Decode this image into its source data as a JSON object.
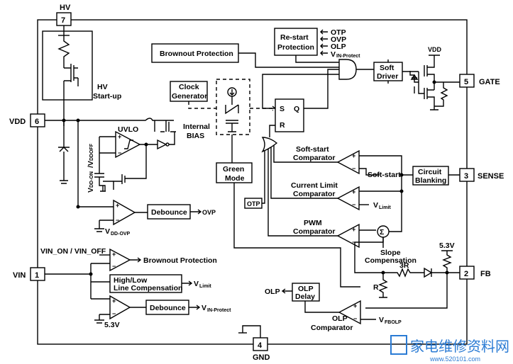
{
  "pins": {
    "hv": {
      "number": "7",
      "name": "HV"
    },
    "vdd": {
      "number": "6",
      "name": "VDD"
    },
    "vin": {
      "number": "1",
      "name": "VIN"
    },
    "gnd": {
      "number": "4",
      "name": "GND"
    },
    "gate": {
      "number": "5",
      "name": "GATE"
    },
    "sense": {
      "number": "3",
      "name": "SENSE"
    },
    "fb": {
      "number": "2",
      "name": "FB"
    }
  },
  "blocks": {
    "brownout_top": "Brownout Protection",
    "restart_1": "Re-start",
    "restart_2": "Protection",
    "clock_1": "Clock",
    "clock_2": "Generator",
    "soft_driver_1": "Soft",
    "soft_driver_2": "Driver",
    "green_1": "Green",
    "green_2": "Mode",
    "blanking_1": "Circuit",
    "blanking_2": "Blanking",
    "debounce_ovp": "Debounce",
    "debounce_vin": "Debounce",
    "hl_comp_1": "High/Low",
    "hl_comp_2": "Line Compensation",
    "olp_delay_1": "OLP",
    "olp_delay_2": "Delay",
    "otp": "OTP"
  },
  "labels": {
    "otp": "OTP",
    "ovp": "OVP",
    "olp": "OLP",
    "vin_protect_main": "V",
    "vin_protect_sub": "IN-Protect",
    "hv_startup_1": "HV",
    "hv_startup_2": "Start-up",
    "uvlo": "UVLO",
    "internal_bias_1": "Internal",
    "internal_bias_2": "BIAS",
    "vdd_pin_top": "VDD",
    "vdd_on_off_1": "V",
    "vdd_on_off_2": "DD-ON",
    "vdd_on_off_3": "/V",
    "vdd_on_off_4": "DDOFF",
    "ovp_out": "OVP",
    "vdd_ovp_1": "V",
    "vdd_ovp_2": "DD-OVP",
    "vin_on_off": "VIN_ON / VIN_OFF",
    "brownout_out": "Brownout Protection",
    "vlimit_1": "V",
    "vlimit_2": "Limit",
    "vin_protect_out_1": "V",
    "vin_protect_out_2": "IN-Protect",
    "ref_53_low": "5.3V",
    "ref_53_fb": "5.3V",
    "soft_start_comp_1": "Soft-start",
    "soft_start_comp_2": "Comparator",
    "soft_start_src": "Soft-start",
    "cl_comp_1": "Current Limit",
    "cl_comp_2": "Comparator",
    "cl_vlimit_1": "V",
    "cl_vlimit_2": "Limit",
    "pwm_comp_1": "PWM",
    "pwm_comp_2": "Comparator",
    "slope_1": "Slope",
    "slope_2": "Compensation",
    "r3": "3R",
    "r1": "R",
    "olp_out": "OLP",
    "olp_comp_1": "OLP",
    "olp_comp_2": "Comparator",
    "vfbolp_1": "V",
    "vfbolp_2": "FBOLP",
    "s": "S",
    "q": "Q",
    "r": "R"
  },
  "watermark": {
    "text": "家电维修资料网",
    "url": "www.520101.com"
  }
}
